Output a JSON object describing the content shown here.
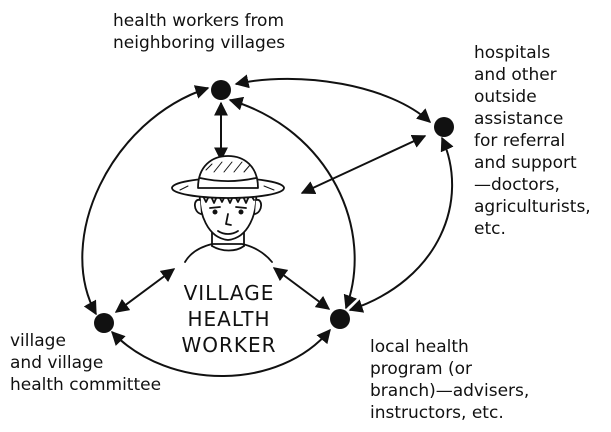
{
  "nodes": {
    "neighbors": {
      "lines": [
        "health workers from",
        "neighboring villages"
      ]
    },
    "hospitals": {
      "lines": [
        "hospitals",
        "and other",
        "outside",
        "assistance",
        "for referral",
        "and support",
        "—doctors,",
        "agriculturists,",
        "etc."
      ]
    },
    "committee": {
      "lines": [
        "village",
        "and village",
        "health committee"
      ]
    },
    "program": {
      "lines": [
        "local health",
        "program (or",
        "branch)—advisers,",
        "instructors, etc."
      ]
    }
  },
  "center": {
    "lines": [
      "VILLAGE",
      "HEALTH",
      "WORKER"
    ]
  },
  "colors": {
    "ink": "#111111",
    "skin": "#ffffff"
  }
}
